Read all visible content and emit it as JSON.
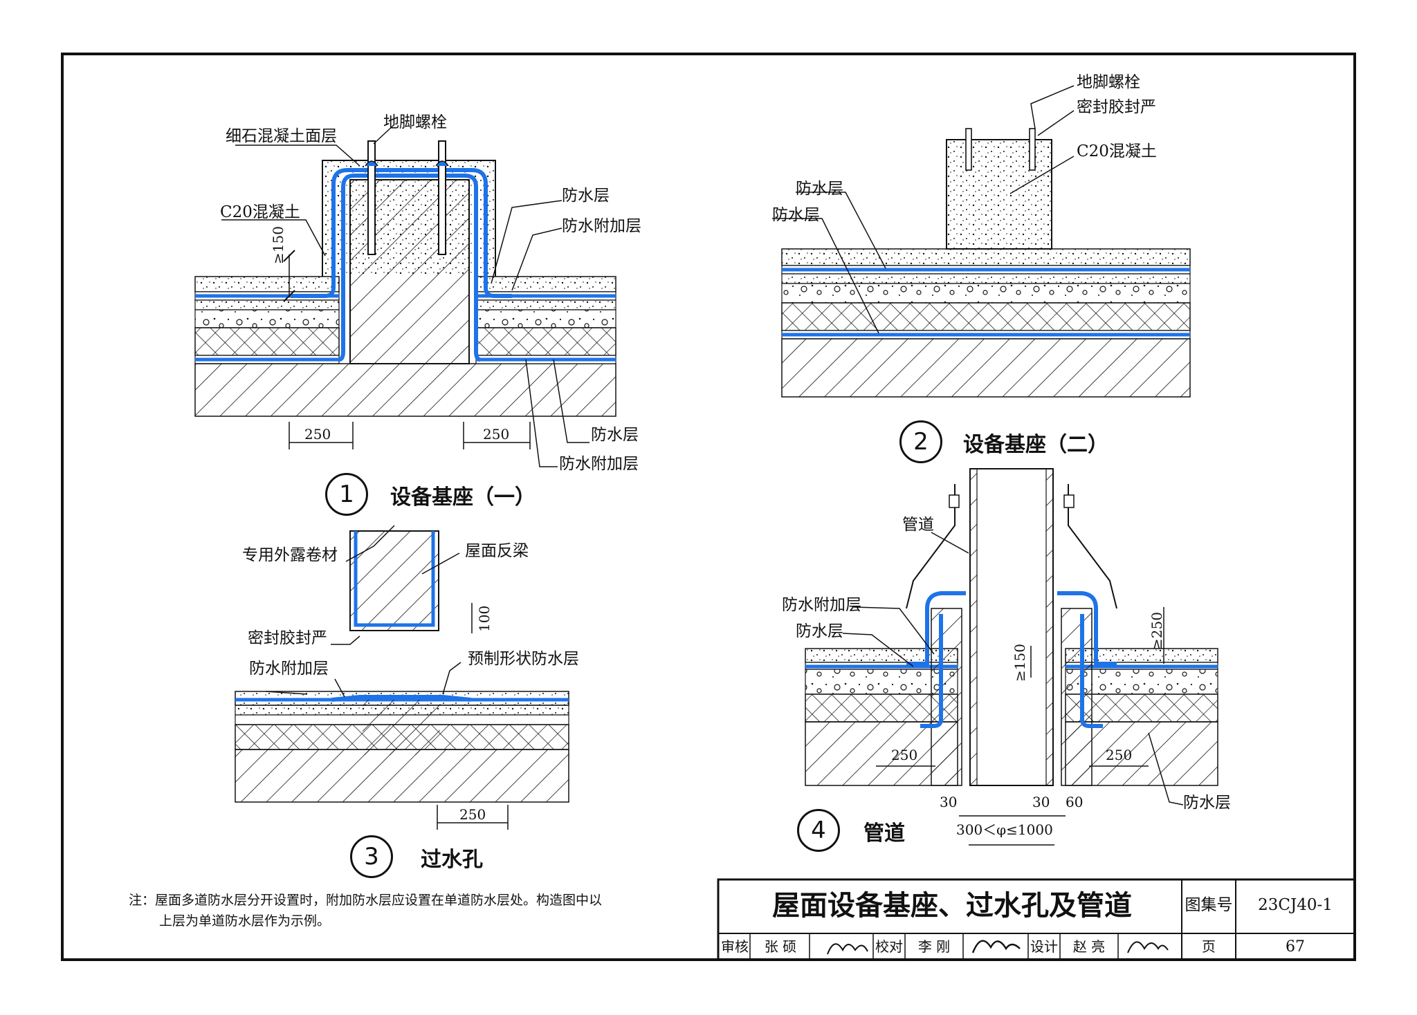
{
  "colors": {
    "waterproof": "#1e73e8",
    "line": "#111111",
    "paper": "#ffffff"
  },
  "detail1": {
    "number": "1",
    "title": "设备基座（一）",
    "labels": {
      "topping": "细石混凝土面层",
      "anchor_bolt": "地脚螺栓",
      "concrete": "C20混凝土",
      "waterproof": "防水层",
      "additional": "防水附加层",
      "waterproof_b": "防水层",
      "additional_b": "防水附加层"
    },
    "dims": {
      "height": "≥150",
      "left": "250",
      "right": "250"
    }
  },
  "detail2": {
    "number": "2",
    "title": "设备基座（二）",
    "labels": {
      "anchor_bolt": "地脚螺栓",
      "sealant": "密封胶封严",
      "concrete": "C20混凝土",
      "waterproof_1": "防水层",
      "waterproof_2": "防水层"
    }
  },
  "detail3": {
    "number": "3",
    "title": "过水孔",
    "labels": {
      "exposed_membrane": "专用外露卷材",
      "upturned_beam": "屋面反梁",
      "sealant": "密封胶封严",
      "additional": "防水附加层",
      "preformed": "预制形状防水层"
    },
    "dims": {
      "height": "100",
      "width": "250"
    }
  },
  "detail4": {
    "number": "4",
    "title": "管道",
    "labels": {
      "pipe": "管道",
      "additional": "防水附加层",
      "waterproof": "防水层",
      "waterproof_r": "防水层"
    },
    "dims": {
      "left": "250",
      "right": "250",
      "height_l": "≥150",
      "height_r": "≥250",
      "gap1": "30",
      "gap2": "30",
      "gap3": "60",
      "diameter": "300＜φ≤1000"
    }
  },
  "note": {
    "line1": "注：屋面多道防水层分开设置时，附加防水层应设置在单道防水层处。构造图中以",
    "line2": "上层为单道防水层作为示例。"
  },
  "title_block": {
    "title": "屋面设备基座、过水孔及管道",
    "atlas_label": "图集号",
    "atlas_no": "23CJ40-1",
    "review_label": "审核",
    "reviewer": "张  硕",
    "check_label": "校对",
    "checker": "李  刚",
    "design_label": "设计",
    "designer": "赵  亮",
    "page_label": "页",
    "page_no": "67"
  }
}
